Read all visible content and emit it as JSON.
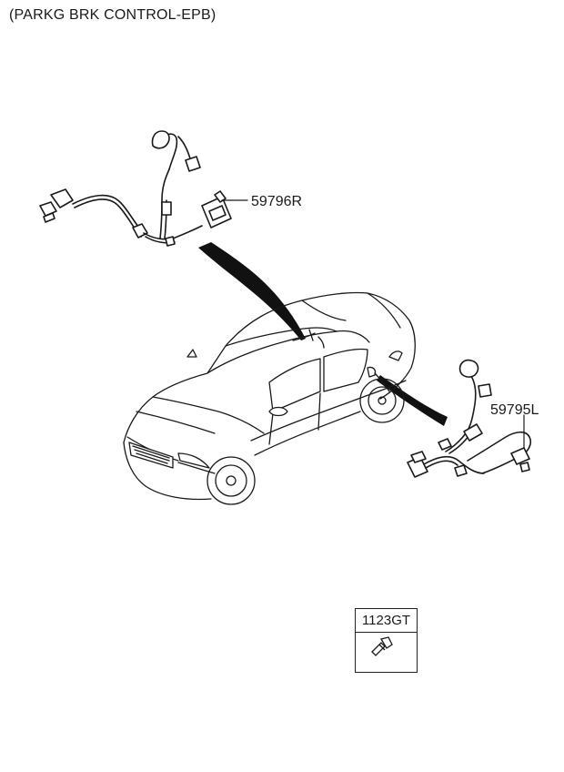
{
  "title": "(PARKG BRK CONTROL-EPB)",
  "parts": {
    "right_harness": "59796R",
    "left_harness": "59795L"
  },
  "legend": {
    "code": "1123GT",
    "icon": "bolt-icon"
  }
}
